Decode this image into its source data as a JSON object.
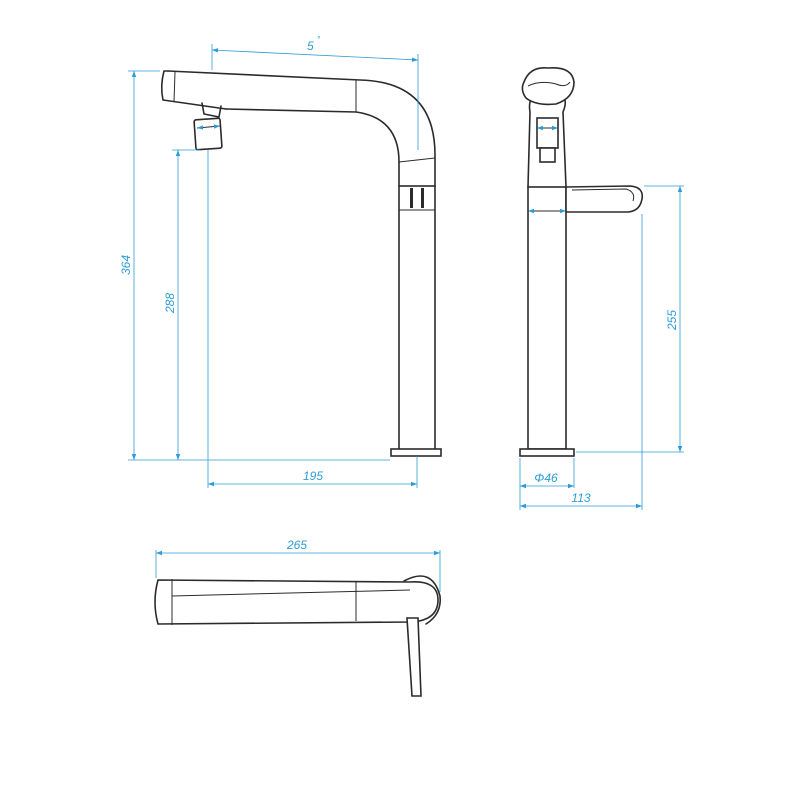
{
  "colors": {
    "outline": "#2b2b2b",
    "dimension": "#2e9bd6",
    "background": "#ffffff"
  },
  "dimensions": {
    "angle": "5",
    "angle_unit": "°",
    "overall_height": "364",
    "outlet_height": "288",
    "spout_reach": "195",
    "base_diameter": "Φ46",
    "handle_depth": "113",
    "handle_height": "255",
    "top_length": "265"
  }
}
